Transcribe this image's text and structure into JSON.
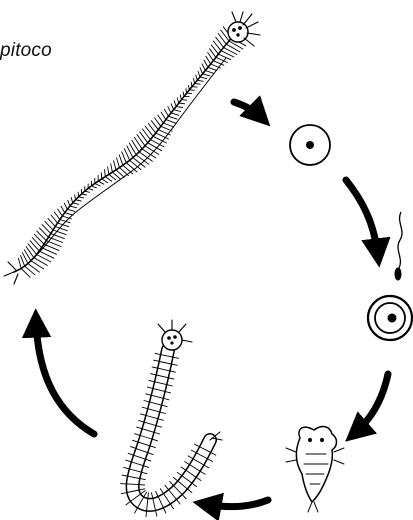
{
  "caption": "pitoco",
  "colors": {
    "ink": "#000000",
    "background": "#ffffff"
  },
  "stages": [
    {
      "name": "adult-worm"
    },
    {
      "name": "egg"
    },
    {
      "name": "sperm"
    },
    {
      "name": "fertilized-egg"
    },
    {
      "name": "trochophore-larva"
    },
    {
      "name": "juvenile-worm"
    }
  ],
  "arrows": [
    {
      "name": "arrow-worm-to-egg"
    },
    {
      "name": "arrow-egg-to-fertilized-egg"
    },
    {
      "name": "arrow-fertilized-egg-to-larva"
    },
    {
      "name": "arrow-larva-to-juvenile"
    },
    {
      "name": "arrow-juvenile-to-adult"
    }
  ]
}
